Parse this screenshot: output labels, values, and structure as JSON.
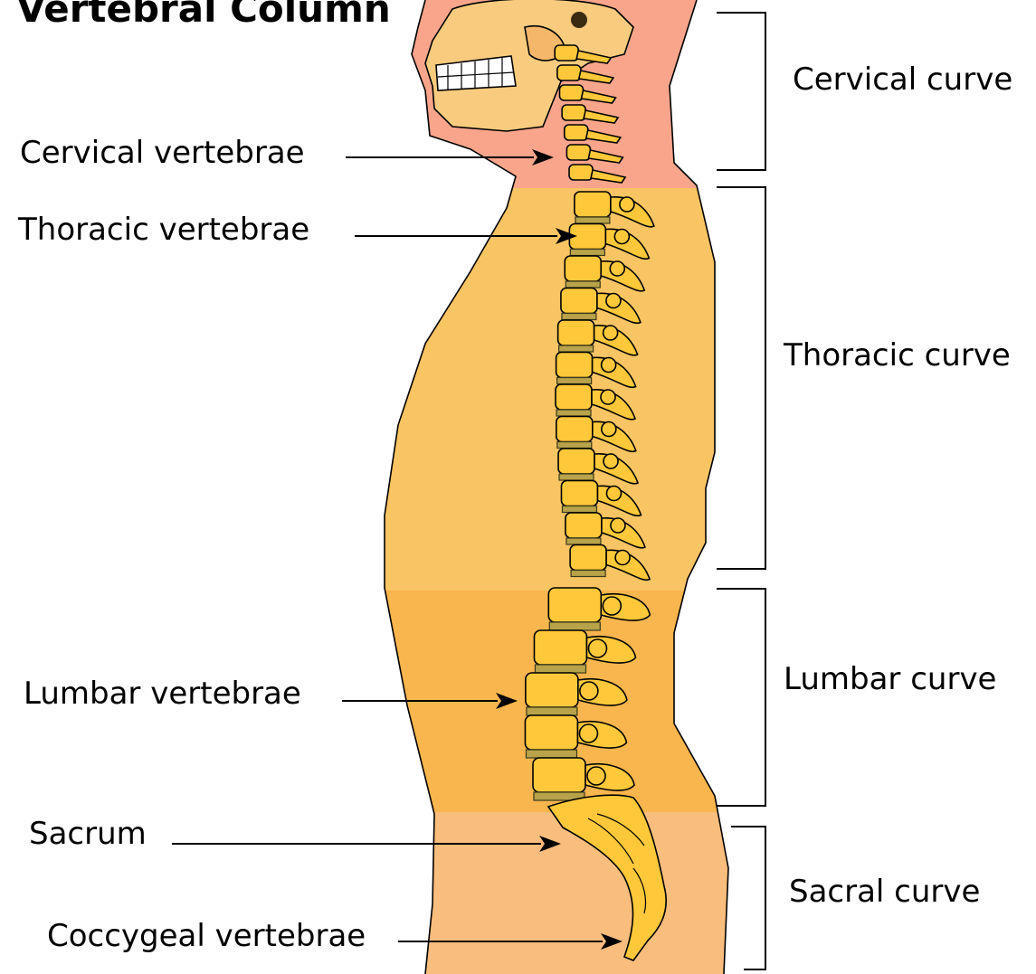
{
  "title": "Vertebral Column",
  "vertebra_labels": [
    "Cervical vertebrae",
    "Thoracic vertebrae",
    "Lumbar vertebrae",
    "Sacrum",
    "Coccygeal vertebrae"
  ],
  "curve_labels": [
    "Cervical curve",
    "Thoracic curve",
    "Lumbar curve",
    "Sacral curve"
  ],
  "colors": {
    "neck_region": "#f8a58c",
    "thoracic_region": "#f9c463",
    "lumbar_region": "#f9b54e",
    "sacral_region": "#f9bd7d",
    "bone": "#ffc83a",
    "disc": "#b9a34a",
    "skull": "#f8cb7e"
  }
}
